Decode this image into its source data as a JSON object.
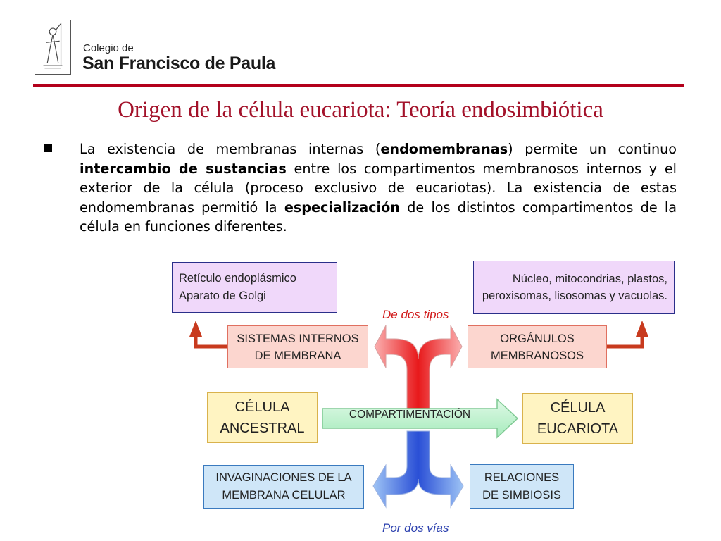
{
  "header": {
    "school_small": "Colegio de",
    "school_big": "San Francisco de Paula",
    "rule_color": "#b3001b"
  },
  "slide": {
    "title": "Origen de la célula eucariota: Teoría endosimbiótica",
    "title_color": "#a3122a",
    "paragraph": {
      "t1": "La existencia de membranas internas (",
      "b1": "endomembranas",
      "t2": ") permite un continuo ",
      "b2": "intercambio de sustancias",
      "t3": " entre los compartimentos membranosos internos y el exterior de la célula (proceso exclusivo de eucariotas). La existencia de estas endomembranas permitió la ",
      "b3": "especialización",
      "t4": " de los distintos compartimentos de la célula en funciones diferentes."
    }
  },
  "diagram": {
    "reticulo": {
      "line1": "Retículo endoplásmico",
      "line2": "Aparato de Golgi"
    },
    "nucleo": {
      "line1": "Núcleo, mitocondrias, plastos,",
      "line2": "peroxisomas, lisosomas y vacuolas."
    },
    "sistemas": {
      "line1": "SISTEMAS INTERNOS",
      "line2": "DE MEMBRANA"
    },
    "organulos": {
      "line1": "ORGÁNULOS",
      "line2": "MEMBRANOSOS"
    },
    "ancestral": {
      "line1": "CÉLULA",
      "line2": "ANCESTRAL"
    },
    "eucariota": {
      "line1": "CÉLULA",
      "line2": "EUCARIOTA"
    },
    "compartimentacion": "COMPARTIMENTACIÓN",
    "invaginaciones": {
      "line1": "INVAGINACIONES DE LA",
      "line2": "MEMBRANA CELULAR"
    },
    "relaciones": {
      "line1": "RELACIONES",
      "line2": "DE SIMBIOSIS"
    },
    "de_dos_tipos": "De dos tipos",
    "por_dos_vias": "Por dos vías",
    "colors": {
      "red_arrow": "#e8191b",
      "blue_arrow": "#2a4fd6",
      "green_arrow": "#b9f0c8",
      "dark_red": "#c83a1e"
    }
  }
}
